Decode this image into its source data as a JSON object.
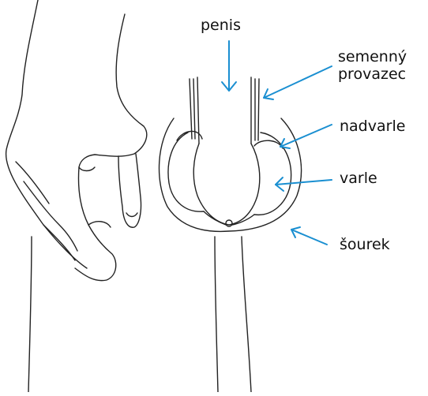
{
  "labels": {
    "penis": "penis",
    "spermatic_cord_line1": "semenný",
    "spermatic_cord_line2": "provazec",
    "epididymis": "nadvarle",
    "testis": "varle",
    "scrotum": "šourek"
  },
  "colors": {
    "arrow": "#1a8fd1",
    "line": "#222222",
    "background": "#ffffff"
  }
}
